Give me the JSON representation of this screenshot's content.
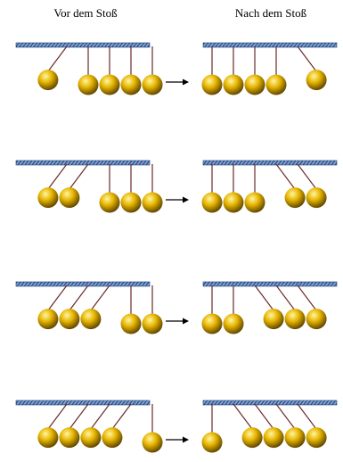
{
  "headings": {
    "before": "Vor dem Stoß",
    "after": "Nach dem Stoß"
  },
  "colors": {
    "bar_fill": "#7aa0cc",
    "bar_hatch": "#1e3a78",
    "string": "#6a2a2a",
    "ball_light": "#fff6a0",
    "ball_mid": "#e6b400",
    "ball_dark": "#5e4400",
    "arrow": "#000000"
  },
  "icons": {
    "transition": "right-arrow-icon"
  },
  "rows": [
    {
      "before": {
        "balls": 5,
        "pulled": 1,
        "side": "left"
      },
      "after": {
        "balls": 5,
        "pulled": 1,
        "side": "right"
      }
    },
    {
      "before": {
        "balls": 5,
        "pulled": 2,
        "side": "left"
      },
      "after": {
        "balls": 5,
        "pulled": 2,
        "side": "right"
      }
    },
    {
      "before": {
        "balls": 5,
        "pulled": 3,
        "side": "left"
      },
      "after": {
        "balls": 5,
        "pulled": 3,
        "side": "right"
      }
    },
    {
      "before": {
        "balls": 5,
        "pulled": 4,
        "side": "left"
      },
      "after": {
        "balls": 5,
        "pulled": 4,
        "side": "right"
      }
    }
  ]
}
